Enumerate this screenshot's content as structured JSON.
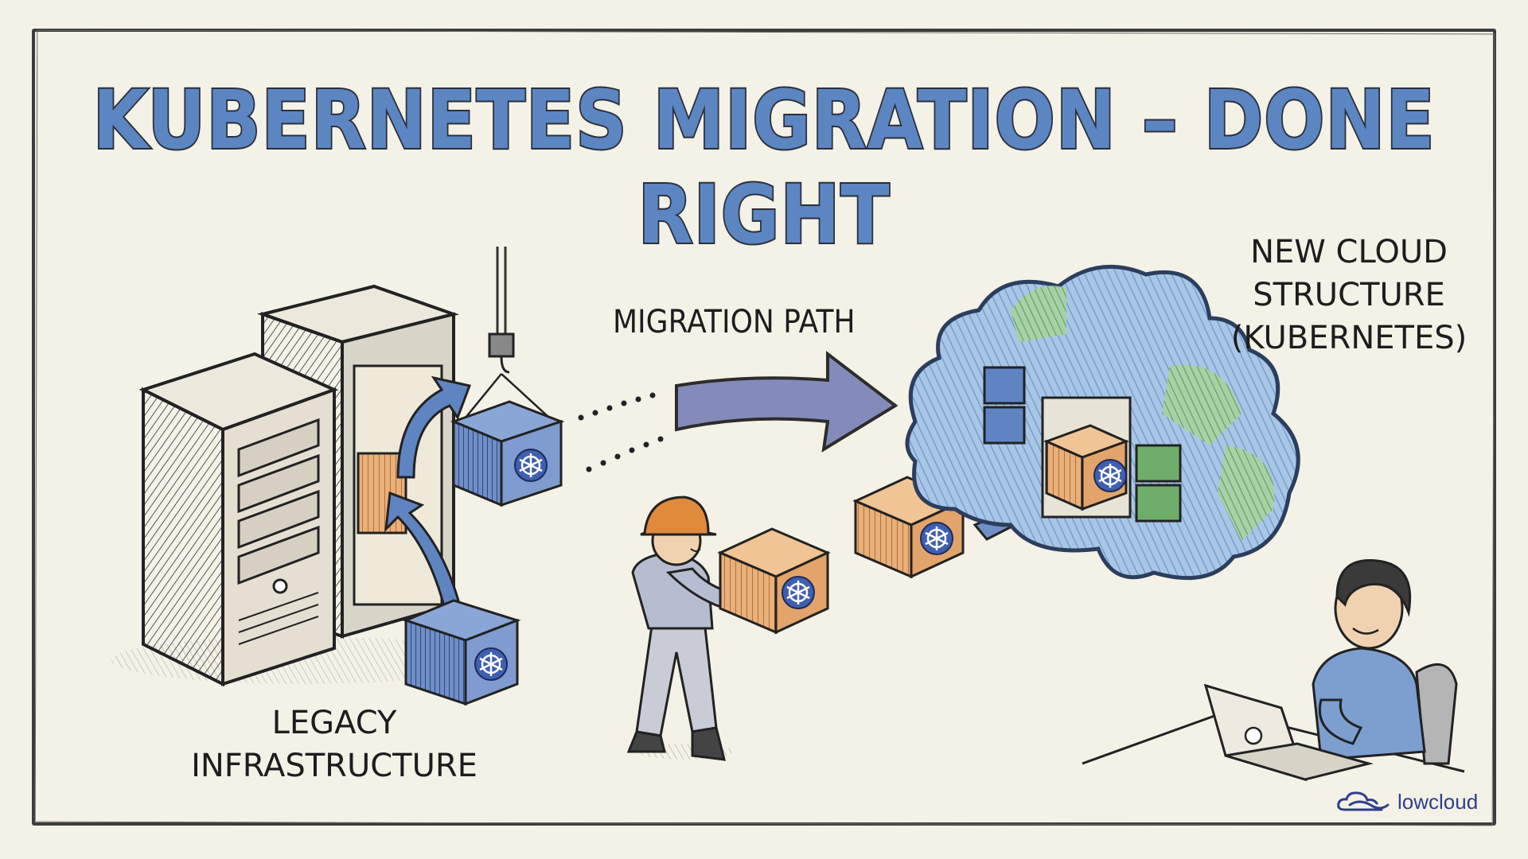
{
  "title": "KUBERNETES MIGRATION – DONE RIGHT",
  "labels": {
    "migration_path": "MIGRATION PATH",
    "legacy_line1": "LEGACY",
    "legacy_line2": "INFRASTRUCTURE",
    "new_cloud_line1": "NEW CLOUD",
    "new_cloud_line2": "STRUCTURE",
    "new_cloud_line3": "(KUBERNETES)"
  },
  "logo": {
    "text": "lowcloud",
    "icon": "cloud-icon"
  },
  "colors": {
    "title_fill": "#5b86c2",
    "container_blue": "#4d6ea8",
    "container_orange": "#d9945b",
    "cloud_blue": "#7fa9d6",
    "cloud_green": "#6fae6a",
    "paper": "#f4f1e6"
  }
}
